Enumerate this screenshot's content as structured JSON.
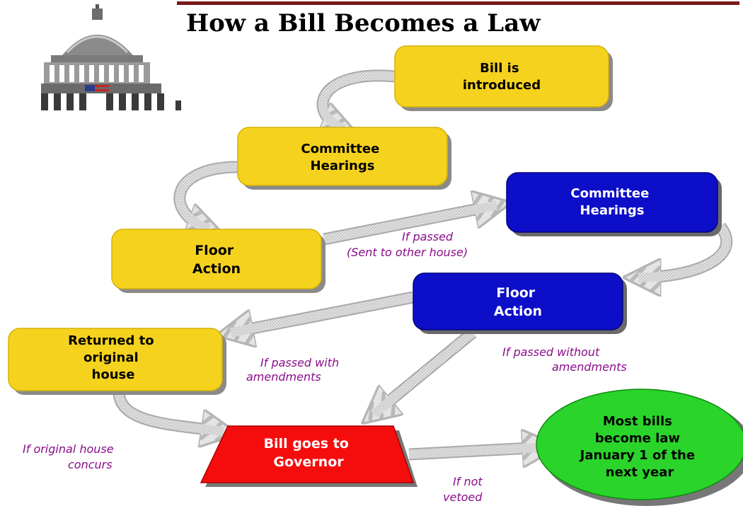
{
  "header": {
    "title": "How a Bill Becomes a Law"
  },
  "boxes": {
    "bill_introduced": [
      "Bill is",
      "introduced"
    ],
    "committee_first": [
      "Committee",
      "Hearings"
    ],
    "floor_first": [
      "Floor",
      "Action"
    ],
    "committee_second": [
      "Committee",
      "Hearings"
    ],
    "floor_second": [
      "Floor",
      "Action"
    ],
    "returned": [
      "Returned to",
      "original",
      "house"
    ],
    "governor": [
      "Bill goes to",
      "Governor"
    ],
    "law": [
      "Most bills",
      "become law",
      "January 1 of the",
      "next year"
    ]
  },
  "notes": {
    "passed_other_house": [
      "If passed",
      "(Sent to other house)"
    ],
    "passed_with_amendments": [
      "If passed with",
      "amendments"
    ],
    "passed_without_amendments": [
      "If passed without",
      "amendments"
    ],
    "original_concurs": [
      "If original house",
      "concurs"
    ],
    "not_vetoed": [
      "If not",
      "vetoed"
    ]
  },
  "colors": {
    "yellow_box": "#f5d21e",
    "blue_box": "#0d0ec8",
    "red_box": "#f50d0d",
    "green_box": "#2ad42a",
    "title_rule": "#7a1a1a",
    "arrow_fill": "#d6d6d6",
    "note_text": "#8a0d8a"
  },
  "icons": {
    "logo": "capitol-dome-icon"
  }
}
